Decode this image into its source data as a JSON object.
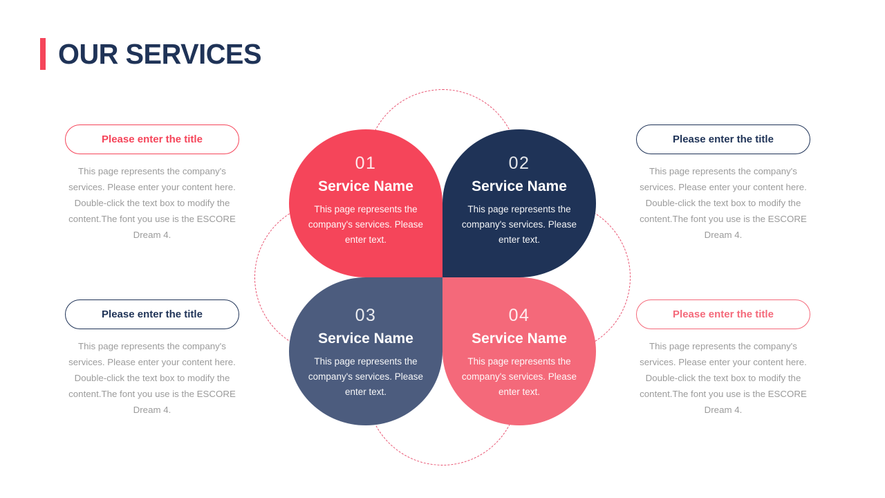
{
  "slide": {
    "title": "OUR SERVICES",
    "accent_bar_color": "#f5455a",
    "title_color": "#1f3357",
    "background_color": "#ffffff"
  },
  "petals": [
    {
      "number": "01",
      "name": "Service Name",
      "description": "This page represents the company's services. Please enter text.",
      "color": "#f5455a",
      "position": "top-left"
    },
    {
      "number": "02",
      "name": "Service Name",
      "description": "This page represents the company's services. Please enter text.",
      "color": "#1f3357",
      "position": "top-right"
    },
    {
      "number": "03",
      "name": "Service Name",
      "description": "This page represents the company's services. Please enter text.",
      "color": "#4c5c7e",
      "position": "bottom-left"
    },
    {
      "number": "04",
      "name": "Service Name",
      "description": "This page represents the company's services. Please enter text.",
      "color": "#f4697a",
      "position": "bottom-right"
    }
  ],
  "side_blocks": [
    {
      "id": "top-left",
      "title": "Please enter the title",
      "title_color": "#f5455a",
      "border_color": "#f5455a",
      "description": "This page represents the company's services. Please enter your content here. Double-click the text box to modify the content.The font you use is the ESCORE Dream 4.",
      "description_color": "#9b9b9b"
    },
    {
      "id": "top-right",
      "title": "Please enter the title",
      "title_color": "#1f3357",
      "border_color": "#1f3357",
      "description": "This page represents the company's services. Please enter your content here. Double-click the text box to modify the content.The font you use is the ESCORE Dream 4.",
      "description_color": "#9b9b9b"
    },
    {
      "id": "bottom-left",
      "title": "Please enter the title",
      "title_color": "#1f3357",
      "border_color": "#1f3357",
      "description": "This page represents the company's services. Please enter your content here. Double-click the text box to modify the content.The font you use is the ESCORE Dream 4.",
      "description_color": "#9b9b9b"
    },
    {
      "id": "bottom-right",
      "title": "Please enter the title",
      "title_color": "#f4697a",
      "border_color": "#f4697a",
      "description": "This page represents the company's services. Please enter your content here. Double-click the text box to modify the content.The font you use is the ESCORE Dream 4.",
      "description_color": "#9b9b9b"
    }
  ],
  "decoration": {
    "dashed_circle_color": "#e8506e",
    "dashed_circle_count": 4
  }
}
